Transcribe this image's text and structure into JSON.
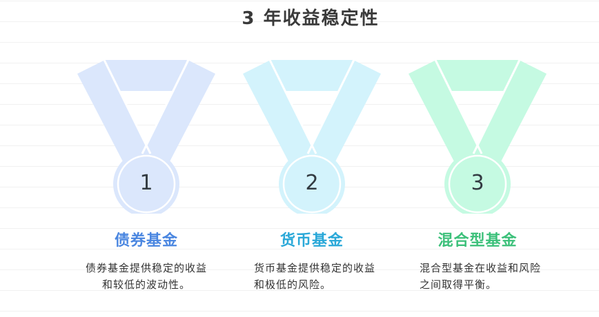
{
  "title": "3 年收益稳定性",
  "medals": [
    {
      "number": "1",
      "label": "债券基金",
      "description": "债券基金提供稳定的收益和较低的波动性。",
      "ribbon_color": "#dbe7fc",
      "label_color": "#4a86e0"
    },
    {
      "number": "2",
      "label": "货币基金",
      "description": "货币基金提供稳定的收益和极低的风险。",
      "ribbon_color": "#d3f3fc",
      "label_color": "#2aa8d8"
    },
    {
      "number": "3",
      "label": "混合型基金",
      "description": "混合型基金在收益和风险之间取得平衡。",
      "ribbon_color": "#c5fae2",
      "label_color": "#3cc07a"
    }
  ]
}
